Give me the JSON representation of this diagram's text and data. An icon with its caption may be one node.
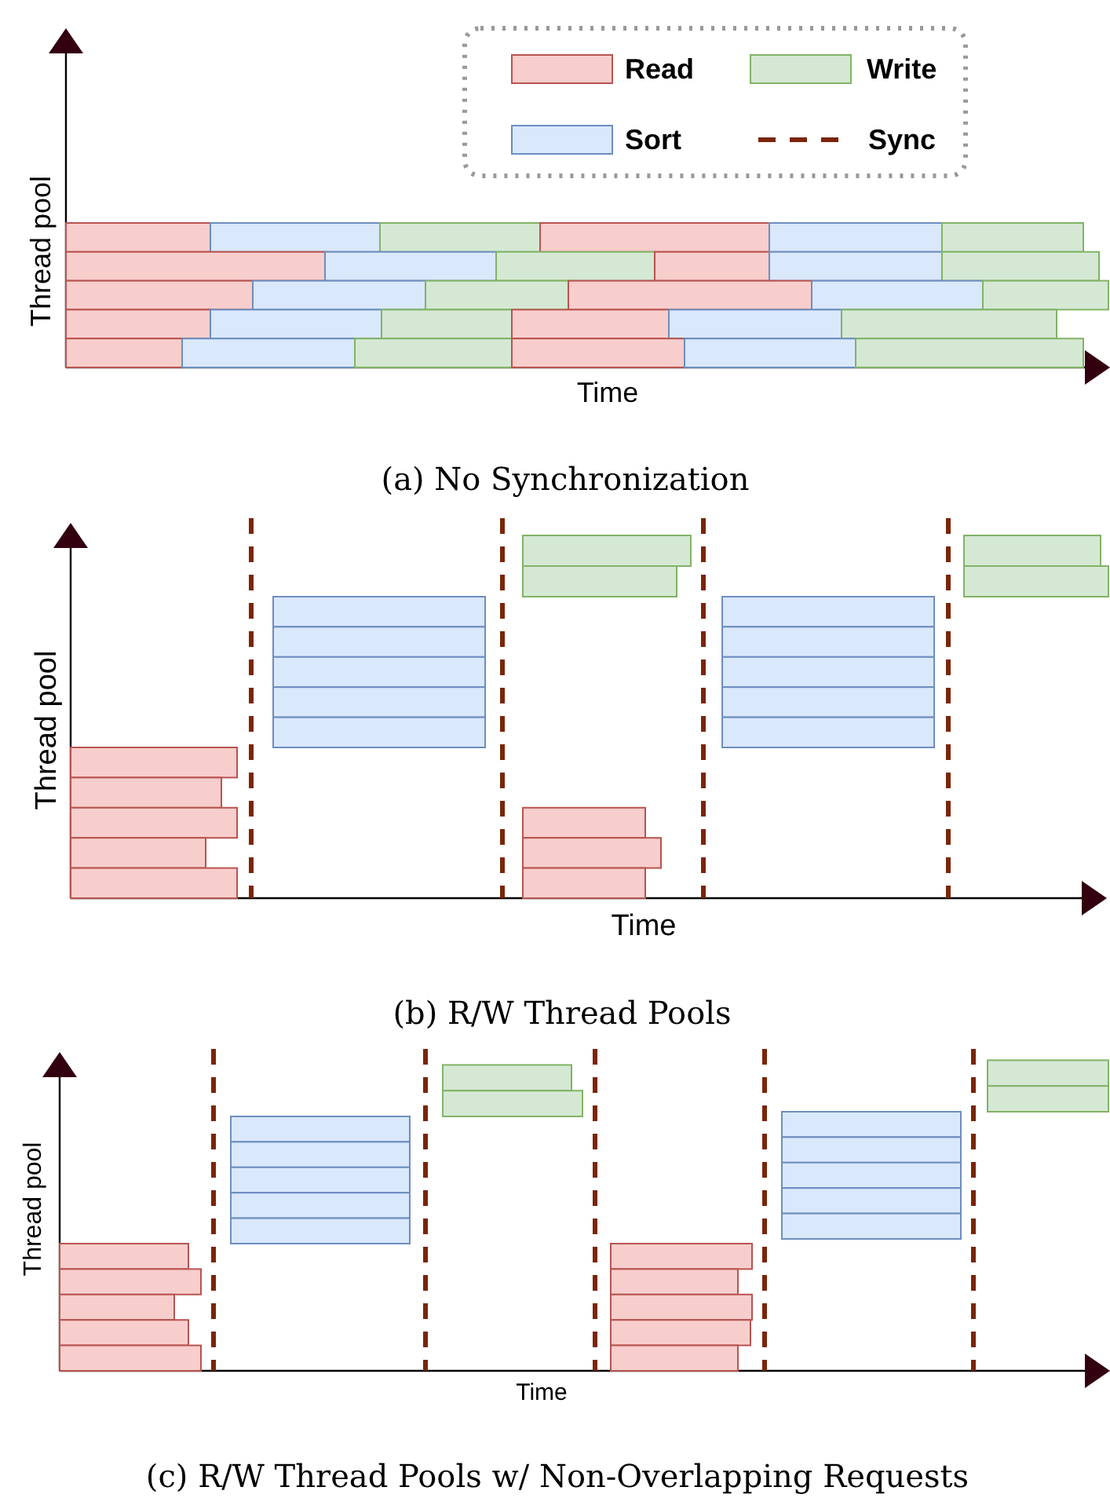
{
  "diagram": {
    "labels": [
      "Thread pool",
      "Time",
      "(a) No Synchronization",
      "Thread pool",
      "Time",
      "(b) R/W Thread Pools",
      "Thread pool",
      "Time",
      "(c) R/W Thread Pools w/ Non-Overlapping Requests"
    ],
    "legend": [
      {
        "text": "Read",
        "color": "#f8cecc"
      },
      {
        "text": "Write",
        "color": "#d5e8d4"
      },
      {
        "text": "Sort",
        "color": "#dae8fc"
      },
      {
        "text": "Sync"
      }
    ]
  }
}
